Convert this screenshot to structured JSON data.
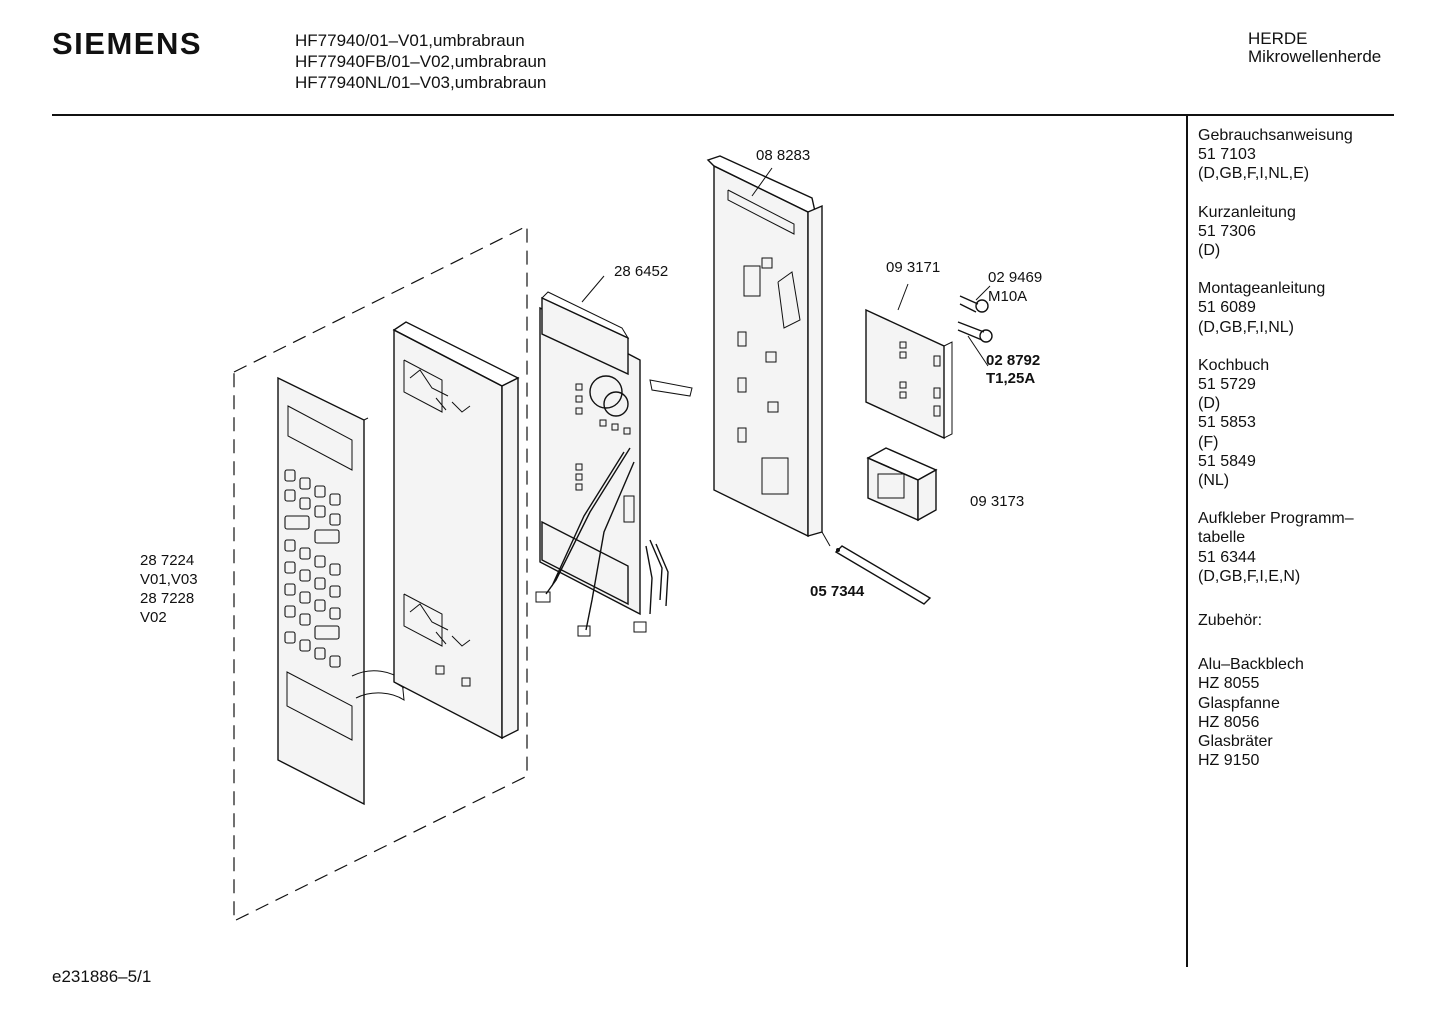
{
  "header": {
    "brand": "SIEMENS",
    "models": [
      "HF77940/01–V01,umbrabraun",
      "HF77940FB/01–V02,umbrabraun",
      "HF77940NL/01–V03,umbrabraun"
    ],
    "category_line1": "HERDE",
    "category_line2": "Mikrowellenherde"
  },
  "sidebar": {
    "groups": [
      [
        "Gebrauchsanweisung",
        "51 7103",
        "(D,GB,F,I,NL,E)"
      ],
      [
        "Kurzanleitung",
        "51 7306",
        "(D)"
      ],
      [
        "Montageanleitung",
        "51 6089",
        "(D,GB,F,I,NL)"
      ],
      [
        "Kochbuch",
        "51 5729",
        "(D)",
        "51 5853",
        "(F)",
        "51 5849",
        "(NL)"
      ],
      [
        "Aufkleber Programm–",
        "tabelle",
        "51 6344",
        "(D,GB,F,I,E,N)"
      ],
      [
        "Zubehör:"
      ],
      [
        "Alu–Backblech",
        "HZ 8055",
        "Glaspfanne",
        "HZ 8056",
        "Glasbräter",
        "HZ 9150"
      ]
    ]
  },
  "diagram": {
    "part_frame": "08 8283",
    "part_pcb": "28 6452",
    "part_module": "09 3171",
    "part_fuse1": "02 9469",
    "part_fuse1_rating": "M10A",
    "part_fuse2": "02 8792",
    "part_fuse2_rating": "T1,25A",
    "part_transformer": "09 3173",
    "part_pin": "05 7344",
    "part_panel_1": "28 7224",
    "part_panel_1_variants": "V01,V03",
    "part_panel_2": "28 7228",
    "part_panel_2_variants": "V02"
  },
  "footer": {
    "code": "e231886–5/1"
  }
}
